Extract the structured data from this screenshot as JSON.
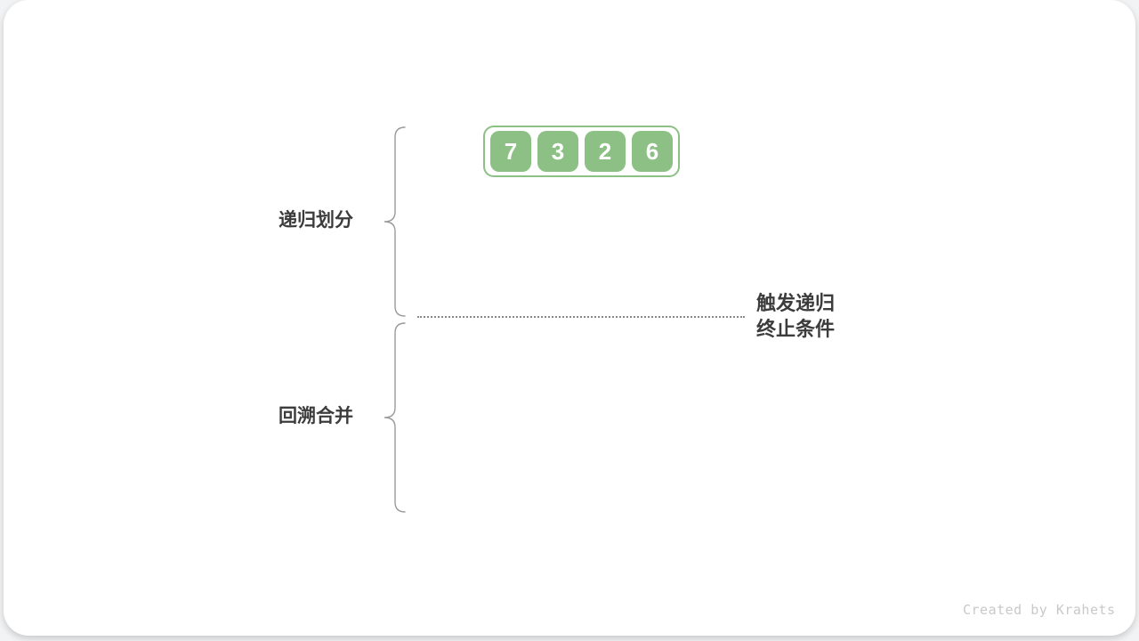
{
  "figure": {
    "array": {
      "values": [
        "7",
        "3",
        "2",
        "6"
      ]
    },
    "labels": {
      "divide": "递归划分",
      "merge": "回溯合并",
      "terminate_line1": "触发递归",
      "terminate_line2": "终止条件"
    },
    "footer": {
      "credit": "Created by Krahets"
    },
    "colors": {
      "cell_green": "#8cc084",
      "container_border_green": "#8cc084",
      "label_text": "#3c3c3c",
      "brace_gray": "#9a9a9a",
      "dotted_line_gray": "#8a8a8a",
      "credit_gray": "#c9c9c9",
      "card_background": "#ffffff"
    }
  }
}
